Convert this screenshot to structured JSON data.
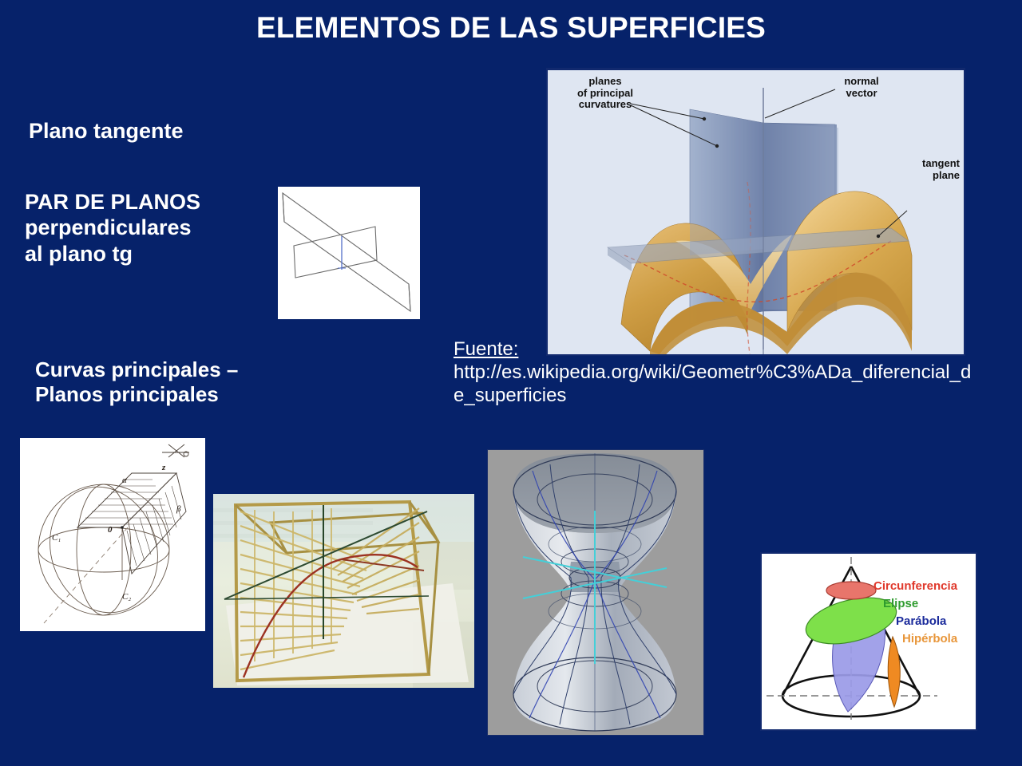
{
  "slide": {
    "title": "ELEMENTOS DE LAS SUPERFICIES",
    "background_color": "#06226a",
    "text_color": "#ffffff"
  },
  "body_text": {
    "plano_tangente": "Plano tangente",
    "par_de_planos": "PAR DE PLANOS\nperpendiculares\nal plano tg",
    "curvas_principales": "Curvas principales –\nPlanos principales"
  },
  "source": {
    "label": "Fuente:",
    "url": "http://es.wikipedia.org/wiki/Geometr%C3%ADa_diferencial_de_superficies"
  },
  "wikipedia_figure": {
    "labels": [
      "planes\nof principal\ncurvatures",
      "normal\nvector",
      "tangent\nplane"
    ],
    "background_color": "#dfe6f2",
    "surface_color": "#d9a441",
    "plane_color": "#7d8fb5"
  },
  "conic_figure": {
    "items": [
      {
        "label": "Circunferencia",
        "color": "#e0392c"
      },
      {
        "label": "Elipse",
        "color": "#2e9b2e"
      },
      {
        "label": "Parábola",
        "color": "#1a2a9b"
      },
      {
        "label": "Hipérbola",
        "color": "#e8963a"
      }
    ],
    "section_fills": {
      "circunferencia": "#e8756b",
      "elipse": "#7ee04a",
      "parabola": "#9b9be8",
      "hiperbola": "#ef8a22"
    }
  },
  "sphere_figure": {
    "labels": [
      "C₁",
      "C₂",
      "O",
      "α",
      "β",
      "z"
    ]
  },
  "hyperboloid_figure": {
    "background_color": "#9d9d9d",
    "surface_color": "#b9c0cc",
    "axis_color": "#44cfd8"
  },
  "bamboo_figure": {
    "frame_color": "#b8a14e",
    "string_color": "#cdb76a"
  },
  "par_planos_figure": {
    "line_color": "#5a5a5a",
    "axis_color": "#5570c8"
  }
}
